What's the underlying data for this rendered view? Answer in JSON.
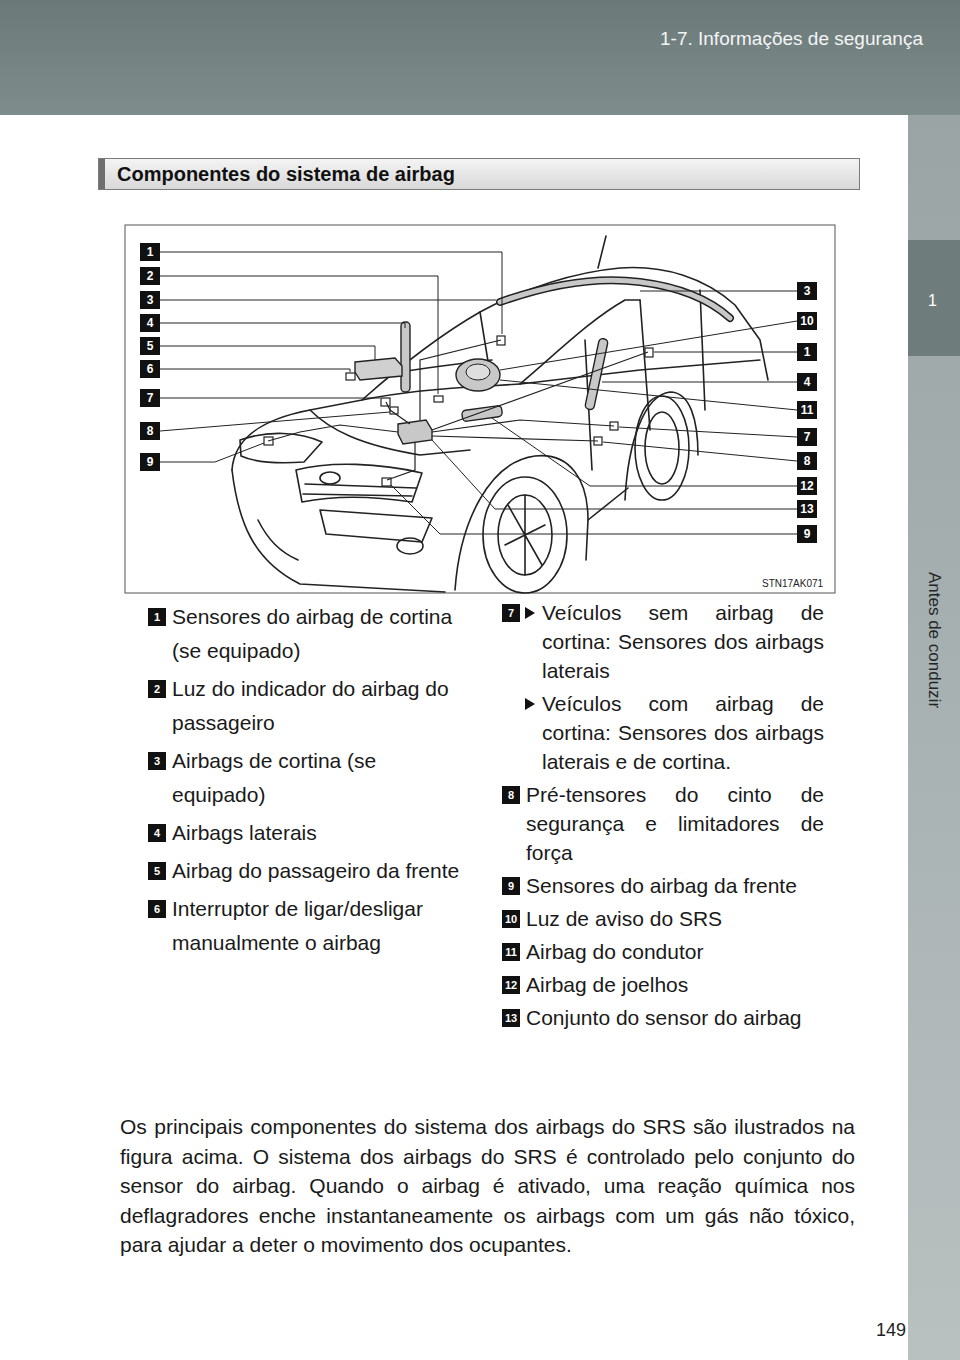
{
  "diagram": {
    "title": "Componentes do sistema de airbag",
    "labels": [
      "1-7. Informações de segurança",
      "1",
      "Antes de conduzir",
      "1",
      "2",
      "3",
      "4",
      "5",
      "6",
      "7",
      "8",
      "9",
      "3",
      "10",
      "1",
      "4",
      "11",
      "7",
      "8",
      "12",
      "13",
      "9",
      "STN17AK071",
      "1",
      "Sensores do airbag de cortina (se equipado)",
      "2",
      "Luz do indicador do airbag do passageiro",
      "3",
      "Airbags de cortina (se equipado)",
      "4",
      "Airbags laterais",
      "5",
      "Airbag do passageiro da frente",
      "6",
      "Interruptor de ligar/desligar manualmente o airbag",
      "7",
      "Veículos sem airbag de cortina: Sensores dos airbags laterais",
      "Veículos com airbag de cortina: Sensores dos airbags laterais e de cortina.",
      "8",
      "Pré-tensores do cinto de segurança e limitadores de força",
      "9",
      "Sensores do airbag da frente",
      "10",
      "Luz de aviso do SRS",
      "11",
      "Airbag do condutor",
      "12",
      "Airbag de joelhos",
      "13",
      "Conjunto do sensor do airbag",
      "Os principais componentes do sistema dos airbags do SRS são ilustrados na figura acima. O sistema dos airbags do SRS é controlado pelo conjunto do sensor do airbag. Quando o airbag é ativado, uma reação química nos deflagradores enche instantaneamente os airbags com um gás não tóxico, para ajudar a deter o movimento dos ocupantes.",
      "149"
    ]
  }
}
